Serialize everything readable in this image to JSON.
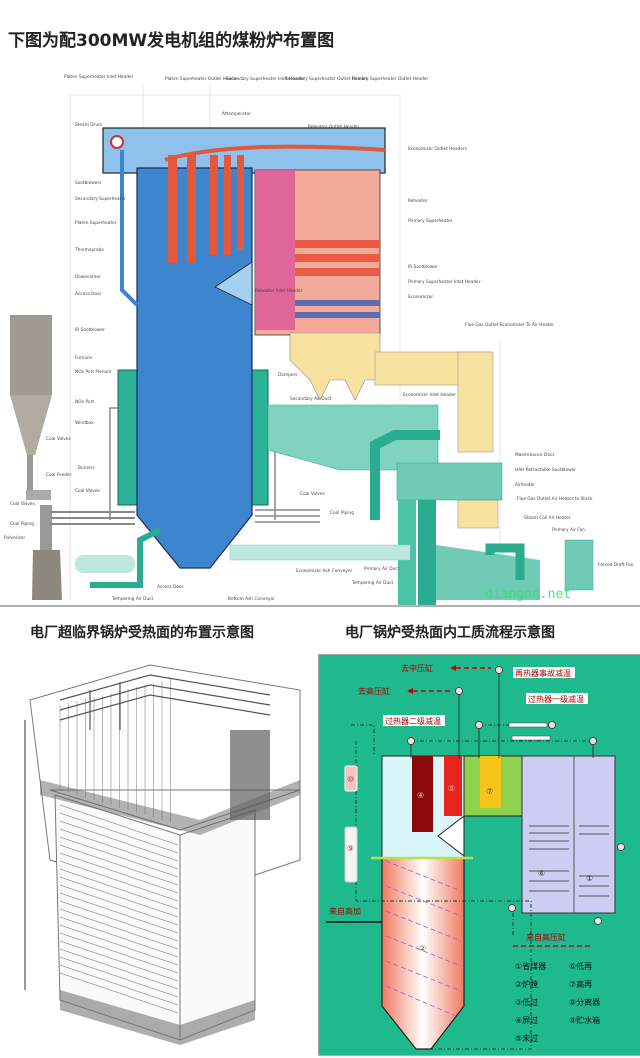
{
  "title": "下图为配300MW发电机组的煤粉炉布置图",
  "subtitles": {
    "left": "电厂超临界锅炉受热面的布置示意图",
    "right": "电厂锅炉受热面内工质流程示意图"
  },
  "boiler_labels": {
    "platen_sh_inlet_header": "Platen Superheater Inlet Header",
    "platen_sh_outlet_header": "Platen Superheater Outlet Header",
    "secondary_sh_inlet_header": "Secondary Superheater Inlet Header",
    "secondary_sh_outlet_header": "Secondary Superheater Outlet Header",
    "primary_sh_outlet_header": "Primary Superheater Outlet Header",
    "attemperator": "Attemperator",
    "reheater_outlet_header": "Reheater Outlet Header",
    "steam_drum": "Steam Drum",
    "sootblowers": "Sootblowers",
    "secondary_sh": "Secondary Superheater",
    "platen_sh": "Platen Superheater",
    "thermoprobe": "Thermoprobe",
    "downcomer": "Downcomer",
    "access_door": "Access Door",
    "ir_sootblower": "IR Sootblower",
    "furnace": "Furnace",
    "nox_port_plenum": "NOx Port Plenum",
    "nox_port": "NOx Port",
    "windbox": "Windbox",
    "coal_valves": "Coal Valves",
    "burners": "Burners",
    "coal_feeder": "Coal Feeder",
    "coal_piping": "Coal Piping",
    "pulverizer": "Pulverizer",
    "economizer_outlet_headers": "Economizer Outlet Headers",
    "reheater": "Reheater",
    "primary_sh": "Primary Superheater",
    "ir_sootblower_2": "IR Sootblower",
    "primary_sh_inlet_header": "Primary Superheater Inlet Header",
    "economizer": "Economizer",
    "reheater_inlet_header": "Reheater Inlet Header",
    "flue_gas_outlet_econ": "Flue Gas Outlet Economizer To Air Heater",
    "dampers": "Dampers",
    "secondary_air_duct": "Secondary Air Duct",
    "economizer_inlet_header": "Economizer Inlet Header",
    "maintenance_door": "Maintenance Door",
    "hah_sootblower": "HAH Retractable Sootblower",
    "air_heater": "Airheater",
    "flue_gas_outlet_stack": "Flue Gas Outlet Air Heater to Stack",
    "steam_coil_air_heater": "Steam Coil Air Heater",
    "primary_air_fan": "Primary Air Fan",
    "forced_draft_fan": "Forced Draft Fan",
    "economizer_ash_conveyor": "Economizer Ash Conveyor",
    "primary_air_duct": "Primary Air Duct",
    "tempering_air_duct": "Tempering Air Duct",
    "bottom_ash_conveyor": "Bottom Ash Conveyor"
  },
  "watermark": "diangon.net",
  "flow": {
    "to_ip_cylinder": "去中压缸",
    "to_hp_cylinder": "去高压缸",
    "reheater_emergency_desuperheat": "再热器事故减温",
    "sh_stage1_desuperheat": "过热器一级减温",
    "sh_stage2_desuperheat": "过热器二级减温",
    "from_hp_heater": "来自高加",
    "from_hp_cylinder": "来自高压缸",
    "markers": {
      "m1": "①",
      "m2": "②",
      "m6": "⑥",
      "m7": "⑦",
      "m4": "④",
      "m5": "⑤",
      "m9": "⑨",
      "m10": "⑩"
    },
    "legend": [
      "①省煤器",
      "②炉膛",
      "③低过",
      "④屏过",
      "⑤末过",
      "⑥低再",
      "⑦高再",
      "⑧分离器",
      "⑨贮水箱"
    ]
  },
  "colors": {
    "furnace_blue": "#3d86cf",
    "reheat_red": "#e2583e",
    "backpass_pink": "#f4aa98",
    "flue_yellow": "#f8e2a0",
    "air_teal": "#4cc3a6",
    "flow_bg_green": "#1fb98e"
  }
}
